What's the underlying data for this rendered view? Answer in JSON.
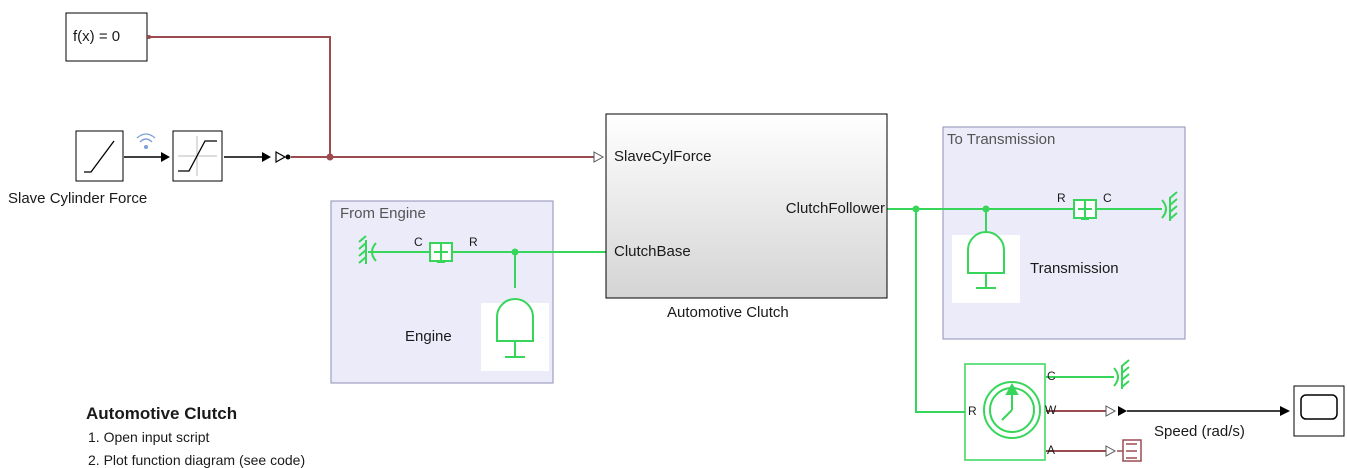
{
  "colors": {
    "physical_line": "#9c4b50",
    "rotational_line": "#37d65a",
    "signal_line": "#000000",
    "area_fill": "#ebebfa",
    "area_border": "#8f8fb8",
    "block_border": "#000000",
    "library_green": "#37d65a"
  },
  "solver": {
    "label": "f(x) = 0"
  },
  "slave_cylinder": {
    "label": "Slave Cylinder Force"
  },
  "areas": {
    "from_engine": {
      "title": "From Engine"
    },
    "to_transmission": {
      "title": "To Transmission"
    }
  },
  "clutch": {
    "name": "Automotive Clutch",
    "ports": {
      "slave": "SlaveCylForce",
      "follower": "ClutchFollower",
      "base": "ClutchBase"
    }
  },
  "engine": {
    "label": "Engine",
    "spring_ports": {
      "c": "C",
      "r": "R"
    }
  },
  "transmission": {
    "label": "Transmission",
    "spring_ports": {
      "r": "R",
      "c": "C"
    }
  },
  "speed_sensor": {
    "ports": {
      "r": "R",
      "c": "C",
      "w": "W",
      "a": "A"
    }
  },
  "speed_signal": {
    "label": "Speed (rad/s)"
  },
  "annotation": {
    "title": "Automotive Clutch",
    "items": [
      "1. Open input script",
      "2. Plot function diagram (see code)"
    ]
  }
}
